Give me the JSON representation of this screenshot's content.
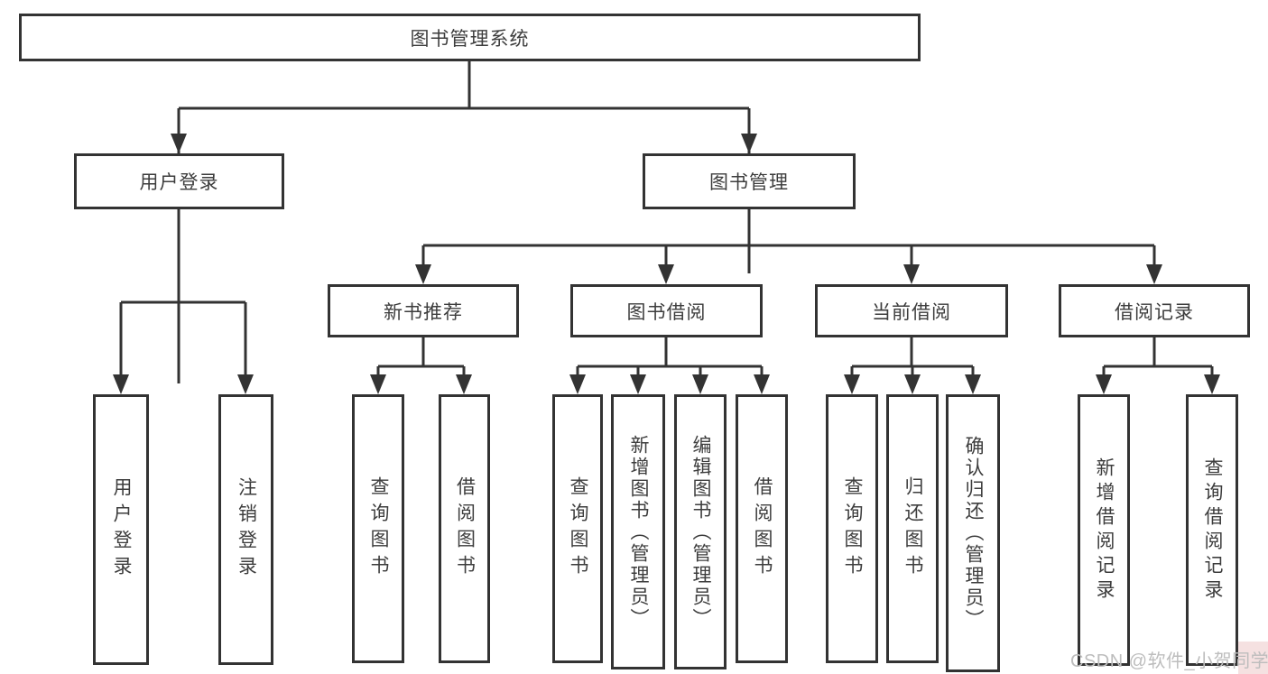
{
  "diagram": {
    "nodes": {
      "root": "图书管理系统",
      "user_login": "用户登录",
      "book_mgmt": "图书管理",
      "new_book_rec": "新书推荐",
      "book_borrow": "图书借阅",
      "current_borrow": "当前借阅",
      "borrow_records": "借阅记录",
      "leaf_user_login": "用户登录",
      "leaf_logout": "注销登录",
      "leaf_rec_query_book": "查询图书",
      "leaf_rec_borrow_book": "借阅图书",
      "leaf_bb_query_book": "查询图书",
      "leaf_bb_add_book": "新增图书（管理员）",
      "leaf_bb_edit_book": "编辑图书（管理员）",
      "leaf_bb_borrow_book": "借阅图书",
      "leaf_cb_query_book": "查询图书",
      "leaf_cb_return_book": "归还图书",
      "leaf_cb_confirm_return": "确认归还（管理员）",
      "leaf_br_add_record": "新增借阅记录",
      "leaf_br_query_record": "查询借阅记录"
    },
    "line_color": "#333333",
    "text_color": "#3d3d3d",
    "background_color": "#ffffff"
  },
  "watermark": "CSDN @软件_小贺同学"
}
